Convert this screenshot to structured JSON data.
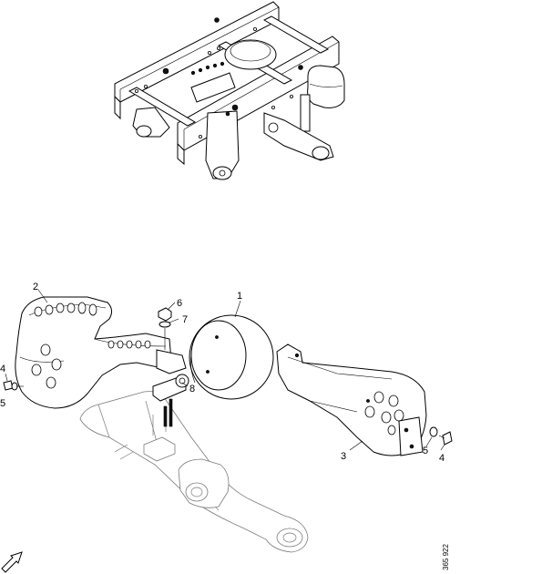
{
  "diagram": {
    "callouts": [
      {
        "id": "c1",
        "text": "1"
      },
      {
        "id": "c2",
        "text": "2"
      },
      {
        "id": "c3",
        "text": "3"
      },
      {
        "id": "c4a",
        "text": "4"
      },
      {
        "id": "c4b",
        "text": "4"
      },
      {
        "id": "c5a",
        "text": "5"
      },
      {
        "id": "c5b",
        "text": "5"
      },
      {
        "id": "c6",
        "text": "6"
      },
      {
        "id": "c7",
        "text": "7"
      },
      {
        "id": "c8",
        "text": "8"
      }
    ],
    "reference_number": "365 922"
  }
}
